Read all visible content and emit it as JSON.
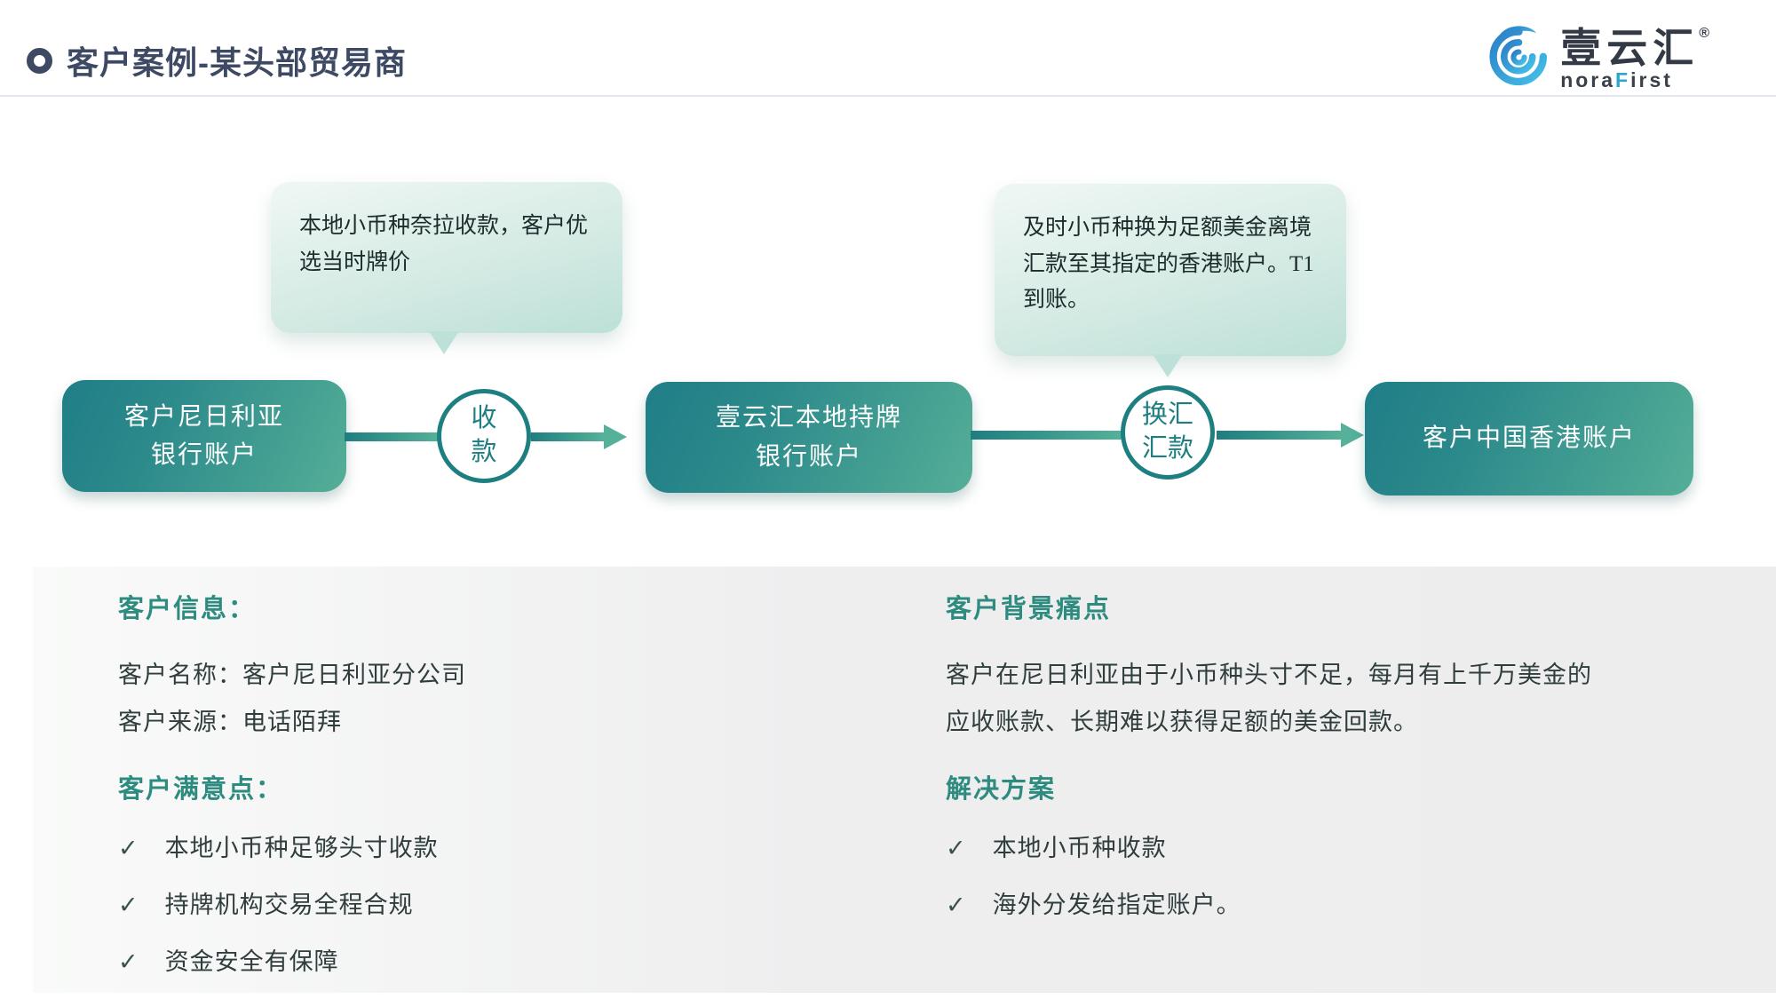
{
  "header": {
    "title": "客户案例-某头部贸易商",
    "logo": {
      "brand": "壹云汇",
      "reg": "®",
      "sub_prefix": "nora",
      "sub_f": "F",
      "sub_rest": "irst"
    }
  },
  "flow": {
    "bubbles": [
      {
        "text": "本地小币种奈拉收款，客户优选当时牌价"
      },
      {
        "text": "及时小币种换为足额美金离境汇款至其指定的香港账户。T1到账。"
      }
    ],
    "nodes": [
      {
        "line1": "客户尼日利亚",
        "line2": "银行账户"
      },
      {
        "line1": "壹云汇本地持牌",
        "line2": "银行账户"
      },
      {
        "line1": "客户中国香港账户",
        "line2": ""
      }
    ],
    "connectors": [
      {
        "line1": "收",
        "line2": "款"
      },
      {
        "line1": "换汇",
        "line2": "汇款"
      }
    ]
  },
  "details": {
    "check_glyph": "✓",
    "left": {
      "heading1": "客户信息：",
      "info_lines": [
        "客户名称：客户尼日利亚分公司",
        "客户来源：电话陌拜"
      ],
      "heading2": "客户满意点：",
      "checks": [
        "本地小币种足够头寸收款",
        "持牌机构交易全程合规",
        "资金安全有保障"
      ]
    },
    "right": {
      "heading1": "客户背景痛点",
      "para_lines": [
        "客户在尼日利亚由于小币种头寸不足，每月有上千万美金的",
        "应收账款、长期难以获得足额的美金回款。"
      ],
      "heading2": "解决方案",
      "checks": [
        "本地小币种收款",
        "海外分发给指定账户。"
      ]
    }
  },
  "colors": {
    "accent_teal": "#2e8b80",
    "box_gradient_start": "#1f7e87",
    "box_gradient_end": "#55ae97",
    "title_navy": "#3e4a63",
    "bubble_mint": "#cfe8e1",
    "logo_blue": "#2b7fc6",
    "logo_cyan": "#45c0e8"
  }
}
